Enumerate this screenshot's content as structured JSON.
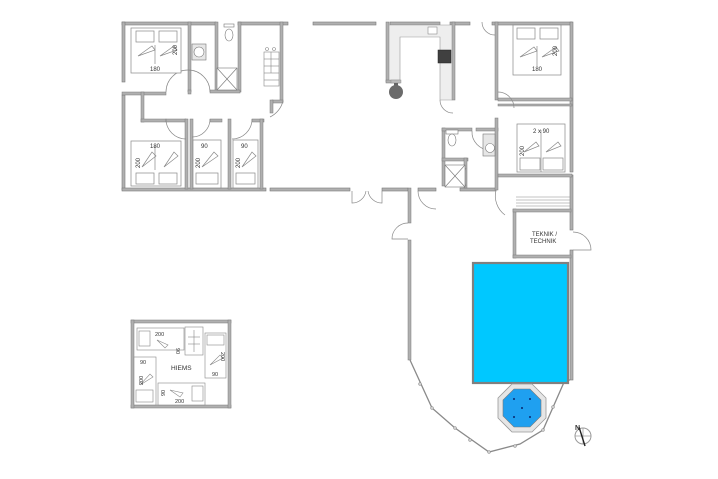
{
  "plan": {
    "labels": {
      "bed_top_left_width": "180",
      "bed_top_left_length": "200",
      "bed_bottom_left_width": "180",
      "bed_bottom_left_length": "200",
      "bed_single_a_width": "90",
      "bed_single_a_length": "200",
      "bed_single_b_width": "90",
      "bed_single_b_length": "200",
      "bed_top_right_width": "180",
      "bed_top_right_length": "200",
      "bed_right_twin": "2 x 90",
      "bed_right_twin_length": "200",
      "technik_line1": "TEKNIK /",
      "technik_line2": "TECHNIK",
      "loft_label": "HIEMS",
      "loft_bed1_len": "200",
      "loft_bed1_w": "90",
      "loft_bed2_len": "200",
      "loft_bed2_w": "90",
      "loft_bed3_len": "200",
      "loft_bed3_w": "90",
      "loft_bed4_len": "200",
      "loft_bed4_w": "90",
      "compass_n": "N"
    },
    "colors": {
      "wall": "#808080",
      "wall_fill": "#b4b4b4",
      "pool": "#00c8ff",
      "spa": "#1fa0f0",
      "kitchen": "#eeeeee",
      "stove": "#404040"
    }
  }
}
